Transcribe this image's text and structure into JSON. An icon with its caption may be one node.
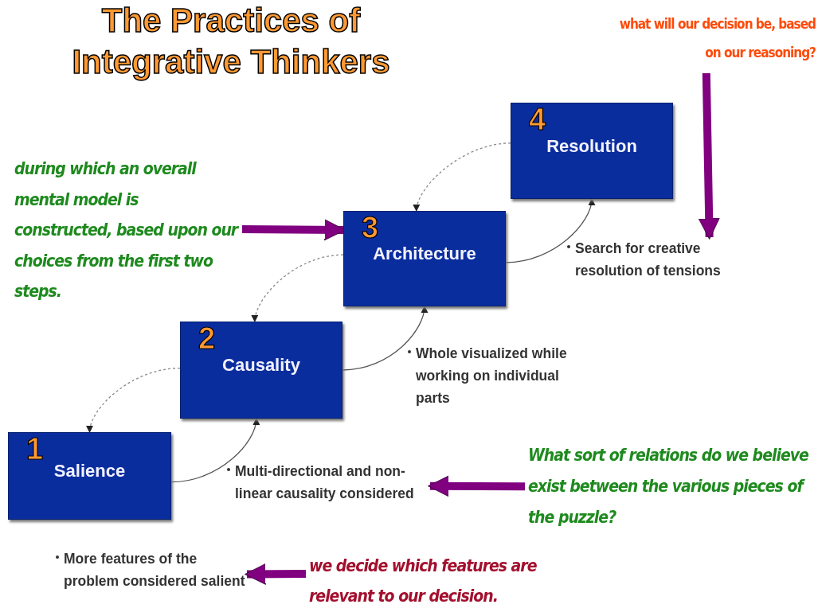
{
  "diagram": {
    "title": "The Practices of Integrative Thinkers",
    "nodes": [
      {
        "text": [
          "1",
          "Salience"
        ]
      },
      {
        "text": [
          "2",
          "Causality"
        ]
      },
      {
        "text": [
          "3",
          "Architecture"
        ]
      },
      {
        "text": [
          "4",
          "Resolution"
        ]
      },
      {
        "text": [
          "More features of the problem considered salient"
        ]
      },
      {
        "text": [
          "Multi-directional and non-linear causality considered"
        ]
      },
      {
        "text": [
          "Search for creative resolution of tensions"
        ]
      },
      {
        "text": [
          "during which an overall mental model is constructed, based upon our choices from the first two steps."
        ]
      },
      {
        "text": [
          "What sort of relations do we believe exist between the various pieces of the puzzle?"
        ]
      },
      {
        "text": [
          "we decide which features are relevant to our  decision."
        ]
      },
      {
        "text": [
          "what will our decision be, based on our reasoning?"
        ]
      }
    ],
    "edges": [
      {
        "from": 0,
        "to": 1,
        "arrow": "to"
      },
      {
        "from": 1,
        "to": 2,
        "arrow": "to"
      },
      {
        "from": 2,
        "to": 3,
        "arrow": "to"
      },
      {
        "from": 1,
        "to": 0,
        "arrow": "to",
        "style": "dashed",
        "color": "#888888"
      },
      {
        "from": 2,
        "to": 1,
        "arrow": "to",
        "style": "dashed",
        "color": "#888888"
      },
      {
        "from": 3,
        "to": 2,
        "arrow": "to",
        "style": "dashed",
        "color": "#888888"
      },
      {
        "from": 7,
        "to": 2,
        "arrow": "to",
        "style": "thick",
        "color": "#800080"
      },
      {
        "from": 8,
        "to": 5,
        "arrow": "to",
        "style": "thick",
        "color": "#800080"
      },
      {
        "from": 9,
        "to": 4,
        "arrow": "to",
        "style": "thick",
        "color": "#800080"
      },
      {
        "from": 10,
        "to": 6,
        "arrow": "to",
        "style": "thick",
        "color": "#800080"
      }
    ],
    "labels": [
      "Whole visualized while working on individual parts"
    ]
  }
}
